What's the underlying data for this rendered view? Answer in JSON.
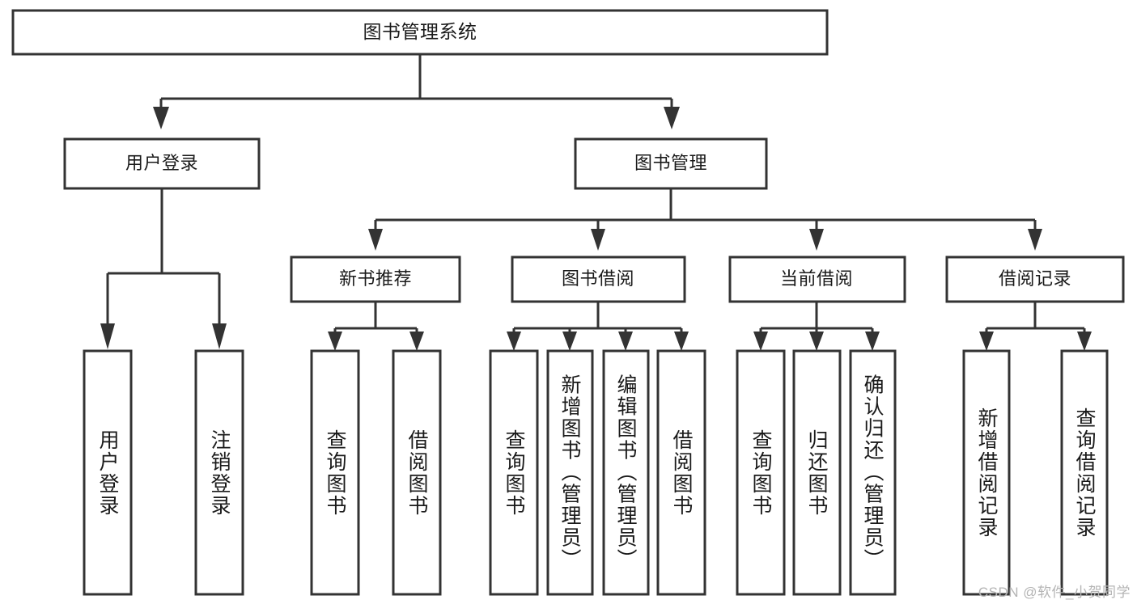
{
  "diagram": {
    "type": "tree",
    "title": "图书管理系统",
    "watermark": "CSDN @软件_小贺同学",
    "style": {
      "stroke": "#333333",
      "fill": "#ffffff",
      "text": "#1a1a1a",
      "watermark_color": "#b4b4b4"
    },
    "levels": {
      "root": "图书管理系统",
      "level2": [
        "用户登录",
        "图书管理"
      ],
      "level3": [
        "新书推荐",
        "图书借阅",
        "当前借阅",
        "借阅记录"
      ]
    },
    "nodes": {
      "root": {
        "label": "图书管理系统"
      },
      "user_login": {
        "label": "用户登录"
      },
      "book_manage": {
        "label": "图书管理"
      },
      "new_book_rec": {
        "label": "新书推荐"
      },
      "book_borrow": {
        "label": "图书借阅"
      },
      "current_borrow": {
        "label": "当前借阅"
      },
      "borrow_record": {
        "label": "借阅记录"
      }
    },
    "leaves": {
      "user_login": [
        "用户登录",
        "注销登录"
      ],
      "new_book_rec": [
        "查询图书",
        "借阅图书"
      ],
      "book_borrow": [
        "查询图书",
        "新增图书（管理员）",
        "编辑图书（管理员）",
        "借阅图书"
      ],
      "current_borrow": [
        "查询图书",
        "归还图书",
        "确认归还（管理员）"
      ],
      "borrow_record": [
        "新增借阅记录",
        "查询借阅记录"
      ]
    },
    "edges": [
      {
        "from": "图书管理系统",
        "to": "用户登录"
      },
      {
        "from": "图书管理系统",
        "to": "图书管理"
      },
      {
        "from": "图书管理",
        "to": "新书推荐"
      },
      {
        "from": "图书管理",
        "to": "图书借阅"
      },
      {
        "from": "图书管理",
        "to": "当前借阅"
      },
      {
        "from": "图书管理",
        "to": "借阅记录"
      },
      {
        "from": "用户登录",
        "to": "用户登录"
      },
      {
        "from": "用户登录",
        "to": "注销登录"
      },
      {
        "from": "新书推荐",
        "to": "查询图书"
      },
      {
        "from": "新书推荐",
        "to": "借阅图书"
      },
      {
        "from": "图书借阅",
        "to": "查询图书"
      },
      {
        "from": "图书借阅",
        "to": "新增图书（管理员）"
      },
      {
        "from": "图书借阅",
        "to": "编辑图书（管理员）"
      },
      {
        "from": "图书借阅",
        "to": "借阅图书"
      },
      {
        "from": "当前借阅",
        "to": "查询图书"
      },
      {
        "from": "当前借阅",
        "to": "归还图书"
      },
      {
        "from": "当前借阅",
        "to": "确认归还（管理员）"
      },
      {
        "from": "借阅记录",
        "to": "新增借阅记录"
      },
      {
        "from": "借阅记录",
        "to": "查询借阅记录"
      }
    ]
  }
}
